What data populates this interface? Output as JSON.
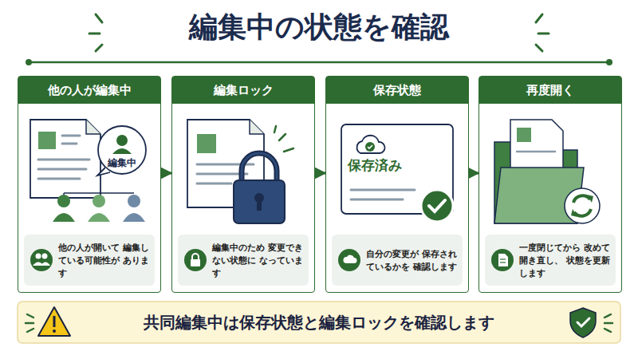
{
  "diagram": {
    "title": "編集中の状態を確認",
    "nodes": [
      {
        "text": [
          "他の人が編集中",
          "他の人が開いて 編集している可能性が あります"
        ]
      },
      {
        "text": [
          "編集ロック",
          "編集中のため 変更できない状態に なっています"
        ]
      },
      {
        "text": [
          "保存状態",
          "自分の変更が 保存されているかを 確認します"
        ]
      },
      {
        "text": [
          "再度開く",
          "一度閉じてから 改めて開き直し、 状態を更新します"
        ]
      },
      {
        "text": [
          "共同編集中は保存状態と編集ロックを確認します"
        ]
      }
    ],
    "edges": [
      {
        "from": 0,
        "to": 1,
        "arrow": "to"
      },
      {
        "from": 1,
        "to": 2,
        "arrow": "to"
      },
      {
        "from": 2,
        "to": 3,
        "arrow": "to"
      }
    ],
    "labels": [
      "編集中",
      "保存済み"
    ]
  }
}
